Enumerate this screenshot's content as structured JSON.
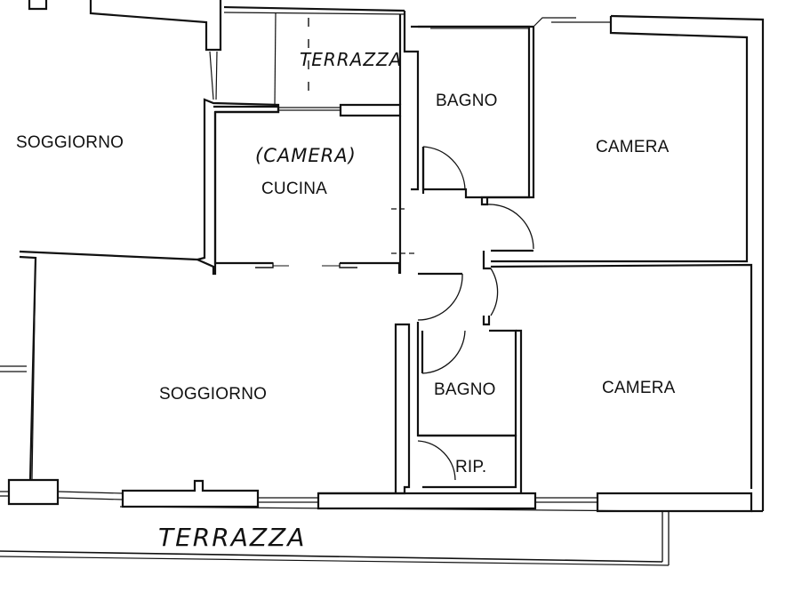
{
  "plan": {
    "type": "floor-plan",
    "rooms": [
      {
        "id": "soggiorno-left",
        "label": "SOGGIORNO"
      },
      {
        "id": "terrazza-top",
        "label": "TERRAZZA"
      },
      {
        "id": "cucina",
        "label": "CUCINA",
        "note": "(CAMERA)"
      },
      {
        "id": "bagno-top",
        "label": "BAGNO"
      },
      {
        "id": "camera-top",
        "label": "CAMERA"
      },
      {
        "id": "soggiorno-main",
        "label": "SOGGIORNO"
      },
      {
        "id": "bagno-bottom",
        "label": "BAGNO"
      },
      {
        "id": "rip",
        "label": "RIP."
      },
      {
        "id": "camera-bottom",
        "label": "CAMERA"
      },
      {
        "id": "terrazza-bottom",
        "label": "TERRAZZA"
      }
    ],
    "colors": {
      "walls": "#111111",
      "background": "#ffffff"
    }
  }
}
